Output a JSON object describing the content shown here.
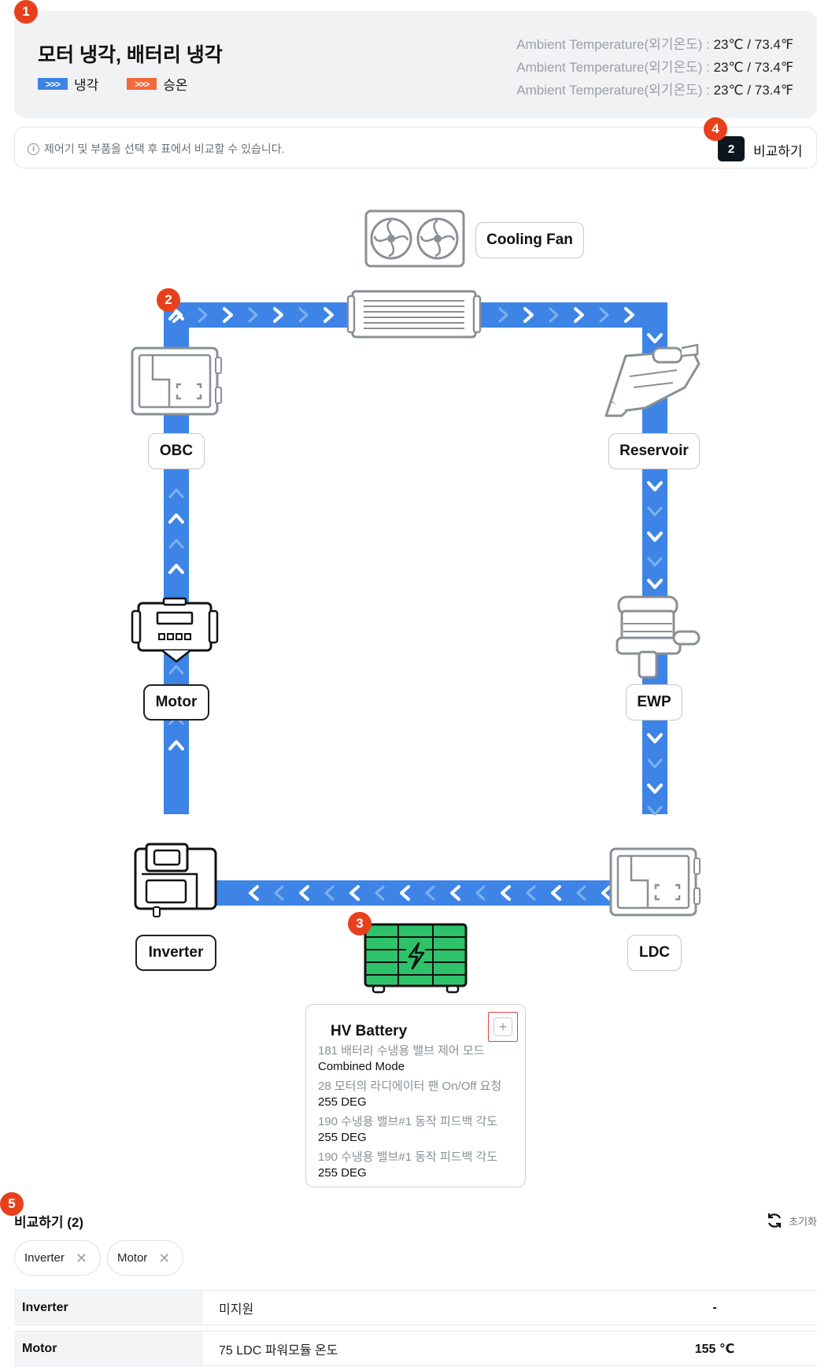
{
  "header": {
    "title": "모터 냉각, 배터리 냉각",
    "legend": [
      {
        "label": "냉각",
        "color": "#3d84e6"
      },
      {
        "label": "승온",
        "color": "#f06a3c"
      }
    ],
    "ambient": [
      {
        "label": "Ambient Temperature(외기온도) : ",
        "value": "23℃ / 73.4℉"
      },
      {
        "label": "Ambient Temperature(외기온도) : ",
        "value": "23℃ / 73.4℉"
      },
      {
        "label": "Ambient Temperature(외기온도) : ",
        "value": "23℃ / 73.4℉"
      }
    ]
  },
  "info": {
    "text": "제어기 및 부품을 선택 후 표에서 비교할 수 있습니다.",
    "compare_count": "2",
    "compare_label": "비교하기"
  },
  "badges": [
    "1",
    "2",
    "3",
    "4",
    "5"
  ],
  "components": {
    "cooling_fan": "Cooling Fan",
    "obc": "OBC",
    "reservoir": "Reservoir",
    "motor": "Motor",
    "ewp": "EWP",
    "inverter": "Inverter",
    "ldc": "LDC",
    "hv_battery": "HV Battery"
  },
  "battery_card": {
    "title": "HV Battery",
    "items": [
      {
        "name": "181 배터리 수냉용 밸브 제어 모드",
        "value": "Combined Mode"
      },
      {
        "name": "28 모터의 라디에이터 팬 On/Off 요청",
        "value": "255 DEG"
      },
      {
        "name": "190 수냉용 밸브#1 동작 피드백 각도",
        "value": "255 DEG"
      },
      {
        "name": "190 수냉용 밸브#1 동작 피드백 각도",
        "value": "255 DEG"
      }
    ]
  },
  "comparison": {
    "title": "비교하기 (2)",
    "reset_label": "초기화",
    "chips": [
      "Inverter",
      "Motor"
    ],
    "rows": [
      {
        "name": "Inverter",
        "desc": "미지원",
        "value": "-"
      },
      {
        "name": "Motor",
        "desc": "75 LDC 파워모듈 온도",
        "value": "155 ℃"
      }
    ]
  },
  "colors": {
    "flow": "#3d84e6",
    "badge": "#e8401c",
    "battery_fill": "#2ec26a"
  }
}
